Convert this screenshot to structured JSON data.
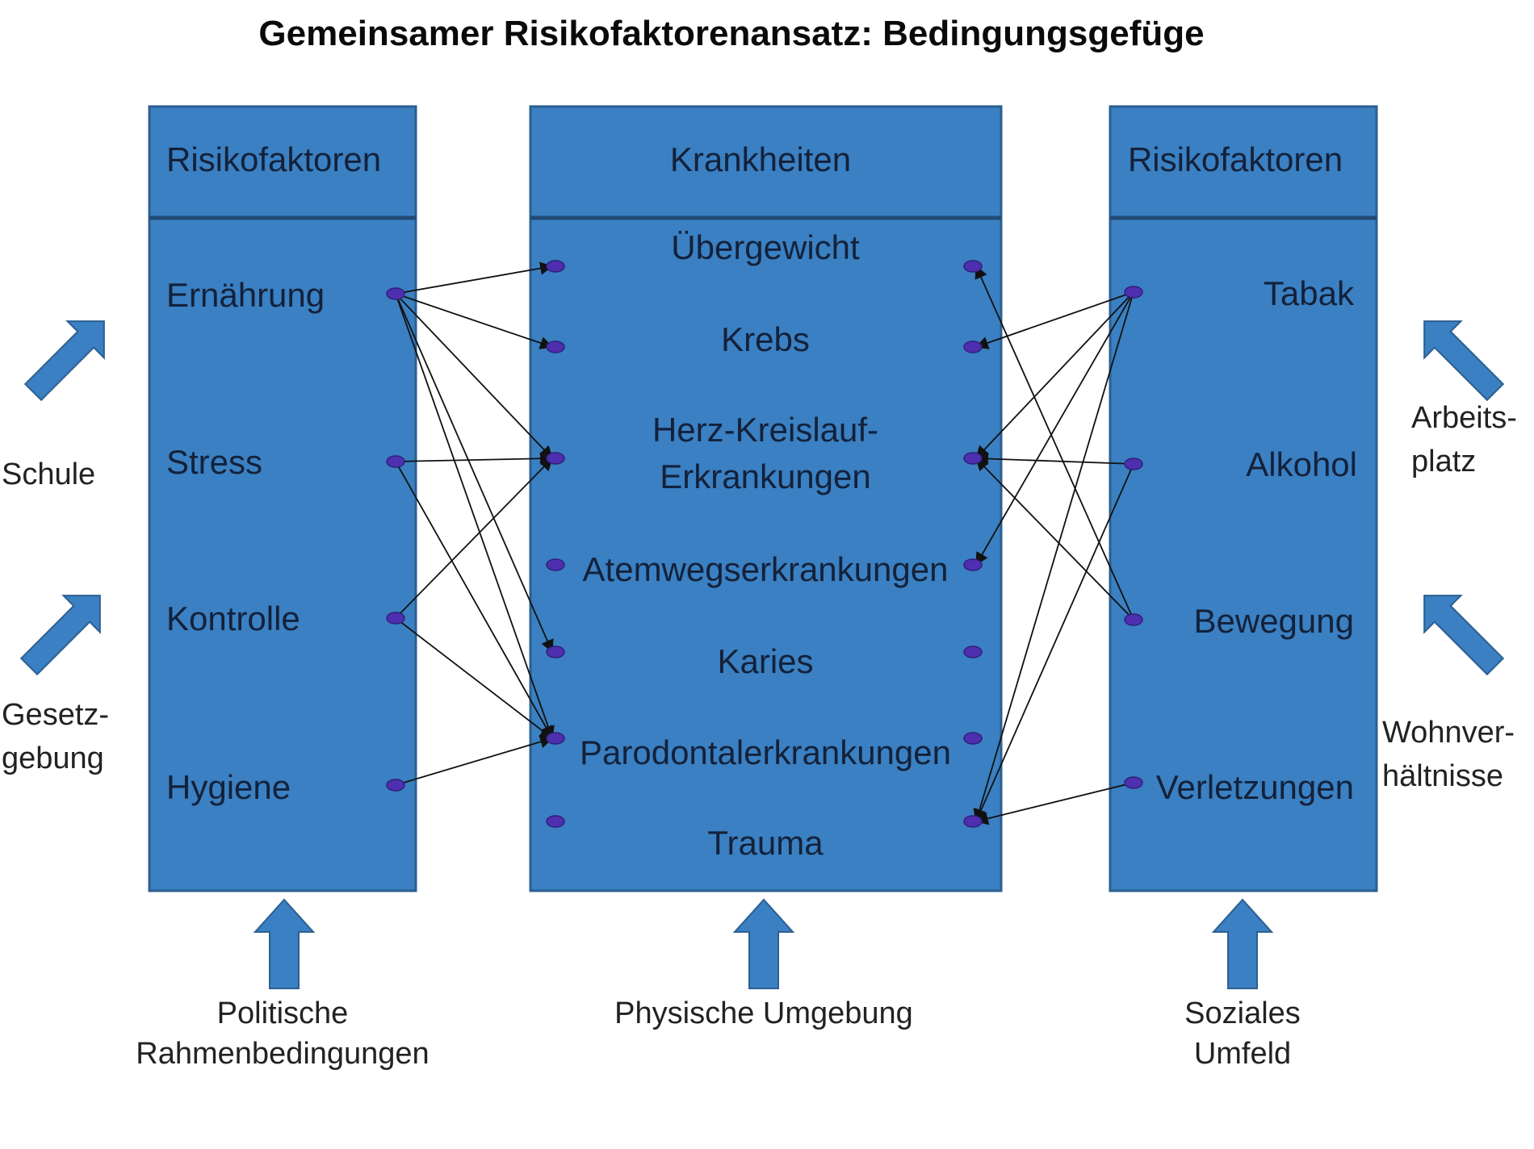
{
  "title": "Gemeinsamer Risikofaktorenansatz: Bedingungsgefüge",
  "colors": {
    "box_fill": "#3a80c2",
    "box_border": "#2c5f91",
    "divider": "#214a73",
    "dot": "#4e2fb0",
    "edge": "#111111"
  },
  "left_box": {
    "header": "Risikofaktoren",
    "items": [
      "Ernährung",
      "Stress",
      "Kontrolle",
      "Hygiene"
    ]
  },
  "center_box": {
    "header": "Krankheiten",
    "items": [
      "Übergewicht",
      "Krebs",
      "Herz-Kreislauf-",
      "Erkrankungen",
      "Atemwegserkrankungen",
      "Karies",
      "Parodontalerkrankungen",
      "Trauma"
    ]
  },
  "right_box": {
    "header": "Risikofaktoren",
    "items": [
      "Tabak",
      "Alkohol",
      "Bewegung",
      "Verletzungen"
    ]
  },
  "side_labels": {
    "left_top": "Schule",
    "left_bottom": [
      "Gesetz-",
      "gebung"
    ],
    "right_top": [
      "Arbeits-",
      "platz"
    ],
    "right_bottom": [
      "Wohnver-",
      "hältnisse"
    ]
  },
  "bottom_labels": {
    "left": [
      "Politische",
      "Rahmenbedingungen"
    ],
    "center": "Physische Umgebung",
    "right": [
      "Soziales",
      "Umfeld"
    ]
  },
  "connections": {
    "left_to_center": [
      [
        "Ernährung",
        "Übergewicht"
      ],
      [
        "Ernährung",
        "Krebs"
      ],
      [
        "Ernährung",
        "Herz-Kreislauf-Erkrankungen"
      ],
      [
        "Ernährung",
        "Karies"
      ],
      [
        "Ernährung",
        "Parodontalerkrankungen"
      ],
      [
        "Stress",
        "Herz-Kreislauf-Erkrankungen"
      ],
      [
        "Stress",
        "Parodontalerkrankungen"
      ],
      [
        "Kontrolle",
        "Herz-Kreislauf-Erkrankungen"
      ],
      [
        "Kontrolle",
        "Parodontalerkrankungen"
      ],
      [
        "Hygiene",
        "Parodontalerkrankungen"
      ]
    ],
    "right_to_center": [
      [
        "Tabak",
        "Krebs"
      ],
      [
        "Tabak",
        "Herz-Kreislauf-Erkrankungen"
      ],
      [
        "Tabak",
        "Atemwegserkrankungen"
      ],
      [
        "Tabak",
        "Trauma"
      ],
      [
        "Alkohol",
        "Herz-Kreislauf-Erkrankungen"
      ],
      [
        "Alkohol",
        "Trauma"
      ],
      [
        "Bewegung",
        "Übergewicht"
      ],
      [
        "Bewegung",
        "Herz-Kreislauf-Erkrankungen"
      ],
      [
        "Verletzungen",
        "Trauma"
      ]
    ]
  }
}
